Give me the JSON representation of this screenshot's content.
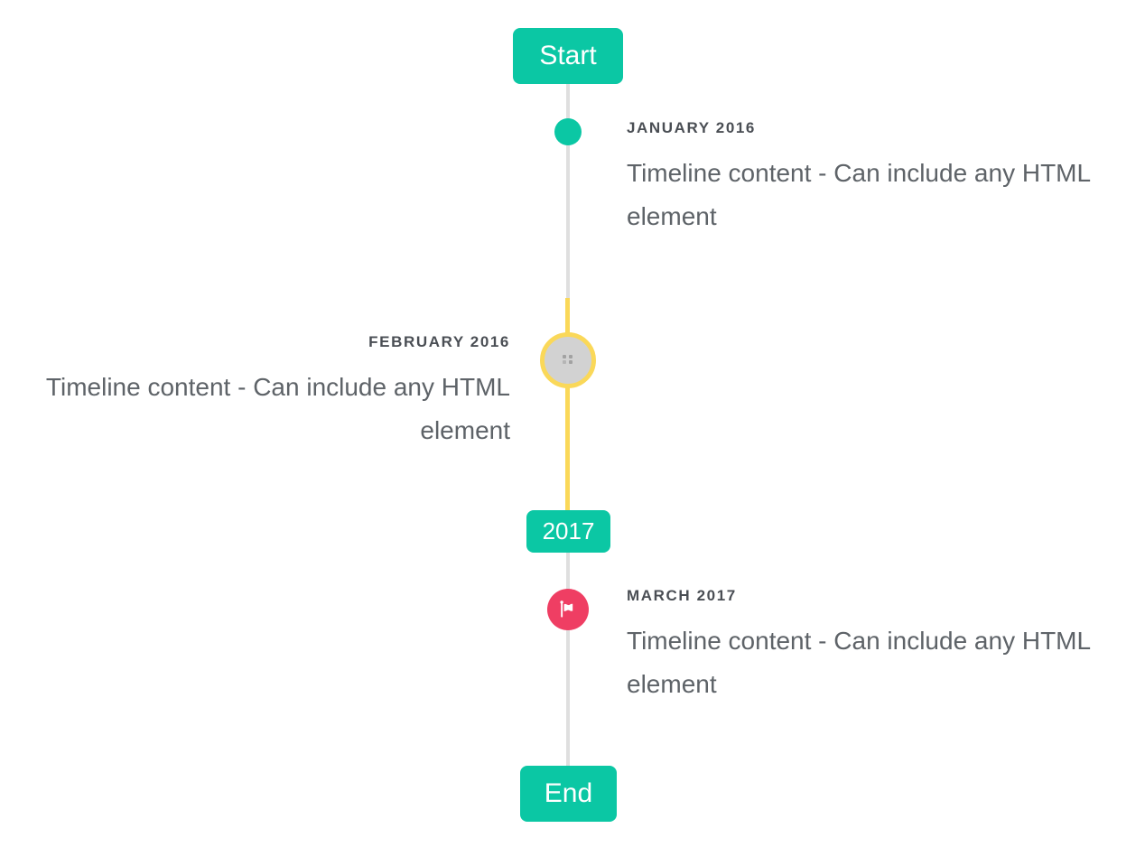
{
  "colors": {
    "accent_teal": "#0bc7a4",
    "highlight_yellow": "#fad859",
    "flag_red": "#ef3e63",
    "line_gray": "#dfdfdf",
    "image_circle_gray": "#d2d2d2",
    "title_text": "#4a4e54",
    "body_text": "#5e6368",
    "badge_text": "#ffffff"
  },
  "timeline": {
    "start_label": "Start",
    "year_badge_label": "2017",
    "end_label": "End",
    "items": [
      {
        "date": "JANUARY 2016",
        "content": "Timeline content - Can include any HTML element",
        "side": "right",
        "marker": "teal-dot"
      },
      {
        "date": "FEBRUARY 2016",
        "content": "Timeline content - Can include any HTML element",
        "side": "left",
        "marker": "gray-image-circle-yellow-ring"
      },
      {
        "date": "MARCH 2017",
        "content": "Timeline content - Can include any HTML element",
        "side": "right",
        "marker": "red-flag-circle"
      }
    ]
  }
}
